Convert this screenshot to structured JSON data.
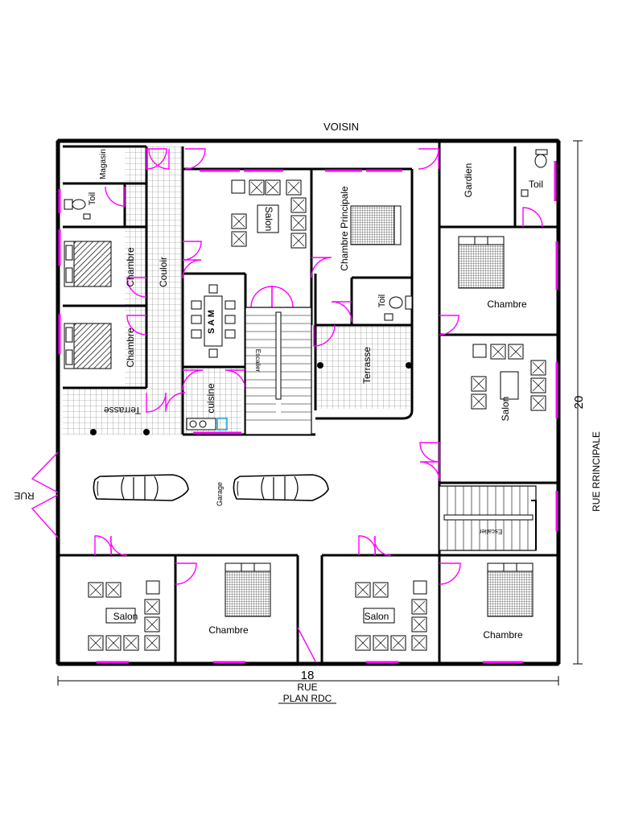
{
  "labels": {
    "voisin": "VOISIN",
    "rue_left": "RUE",
    "rue_bottom": "RUE",
    "rue_right": "RUE RRINCIPALE",
    "plan_title": "PLAN RDC",
    "dim_width": "18",
    "dim_height": "20",
    "magasin": "Magasin",
    "toil_left": "Toil",
    "chambre_left_top": "Chambre",
    "chambre_left_bottom": "Chambre",
    "couloir": "Couloir",
    "terrasse_left": "Terrasse",
    "salon_top": "Salon",
    "sam": "S A M",
    "cuisine": "cuisine",
    "escalier_center": "Escalier",
    "chambre_principale": "Chambre Principale",
    "toil_center": "Toil",
    "terrasse_center": "Terrasse",
    "gardien": "Gardien",
    "toil_right": "Toil",
    "chambre_right": "Chambre",
    "salon_right": "Salon",
    "escalier_right": "Escalier",
    "garage": "Garage",
    "salon_bottom_left": "Salon",
    "chambre_bottom_left": "Chambre",
    "salon_bottom_right": "Salon",
    "chambre_bottom_right": "Chambre"
  },
  "colors": {
    "wall": "#000000",
    "door": "#ff00ff",
    "window": "#ff00ff",
    "fixture": "#00a0e0"
  }
}
